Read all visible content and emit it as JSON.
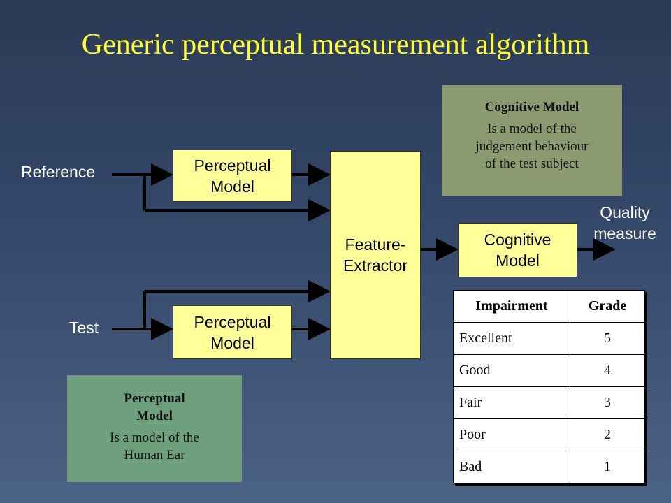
{
  "title": "Generic perceptual measurement algorithm",
  "labels": {
    "reference": "Reference",
    "test": "Test",
    "quality_line1": "Quality",
    "quality_line2": "measure"
  },
  "boxes": {
    "perceptual_top": [
      "Perceptual",
      "Model"
    ],
    "perceptual_bottom": [
      "Perceptual",
      "Model"
    ],
    "feature_extractor": [
      "Feature-",
      "Extractor"
    ],
    "cognitive": [
      "Cognitive",
      "Model"
    ]
  },
  "notes": {
    "cognitive": {
      "heading": "Cognitive Model",
      "body": [
        "Is a model of the",
        "judgement behaviour",
        "of the test subject"
      ],
      "color": "#8c9a72"
    },
    "perceptual": {
      "heading": [
        "Perceptual",
        "Model"
      ],
      "body": [
        "Is a model of the",
        "Human Ear"
      ],
      "color": "#6fa07e"
    }
  },
  "table": {
    "headers": [
      "Impairment",
      "Grade"
    ],
    "rows": [
      [
        "Excellent",
        "5"
      ],
      [
        "Good",
        "4"
      ],
      [
        "Fair",
        "3"
      ],
      [
        "Poor",
        "2"
      ],
      [
        "Bad",
        "1"
      ]
    ]
  },
  "colors": {
    "title": "#ffff33",
    "box_fill": "#ffff99"
  }
}
